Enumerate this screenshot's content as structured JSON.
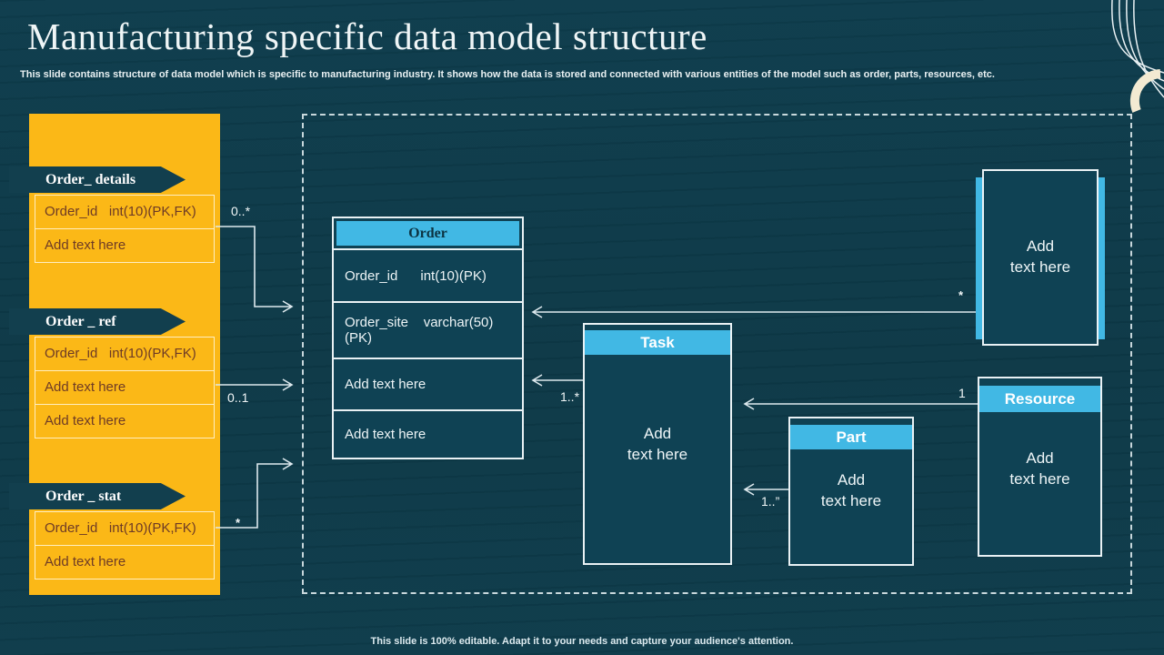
{
  "slide": {
    "title": "Manufacturing specific data model structure",
    "subtitle": "This slide contains structure of data model  which is specific to manufacturing industry. It shows how the data is stored and connected with various entities of the model such as order, parts, resources, etc.",
    "footer": "This slide is 100% editable.  Adapt it to your needs and capture your audience's attention."
  },
  "left_tables": [
    {
      "title": "Order_ details",
      "rows": [
        "Order_id   int(10)(PK,FK)",
        "Add text here"
      ]
    },
    {
      "title": "Order _ ref",
      "rows": [
        "Order_id   int(10)(PK,FK)",
        "Add text here",
        "Add text here"
      ]
    },
    {
      "title": "Order _ stat",
      "rows": [
        "Order_id   int(10)(PK,FK)",
        "Add text here"
      ]
    }
  ],
  "entities": {
    "order": {
      "title": "Order",
      "rows": [
        "Order_id      int(10)(PK)",
        "Order_site    varchar(50)\n(PK)",
        "Add text here",
        "Add text here"
      ]
    },
    "task": {
      "title": "Task",
      "body": "Add\ntext here"
    },
    "part": {
      "title": "Part",
      "body": "Add\ntext here"
    },
    "resource": {
      "title": "Resource",
      "body": "Add\ntext here"
    },
    "unnamed": {
      "body": "Add\ntext here"
    }
  },
  "cardinalities": {
    "details_to_order": "0..*",
    "ref_to_order": "0..1",
    "stat_to_order": "*",
    "task_to_order": "1..*",
    "unnamed_to_order": "*",
    "resource_to_task": "1",
    "part_to_task": "1..”"
  },
  "colors": {
    "background": "#0d3b4a",
    "accent_yellow": "#fbb817",
    "accent_blue": "#41b8e4",
    "banner_teal": "#123f4e",
    "cream_arc": "#f3ead2",
    "connector_line": "#dde9ee",
    "yellow_row_text": "#6e3b26"
  }
}
